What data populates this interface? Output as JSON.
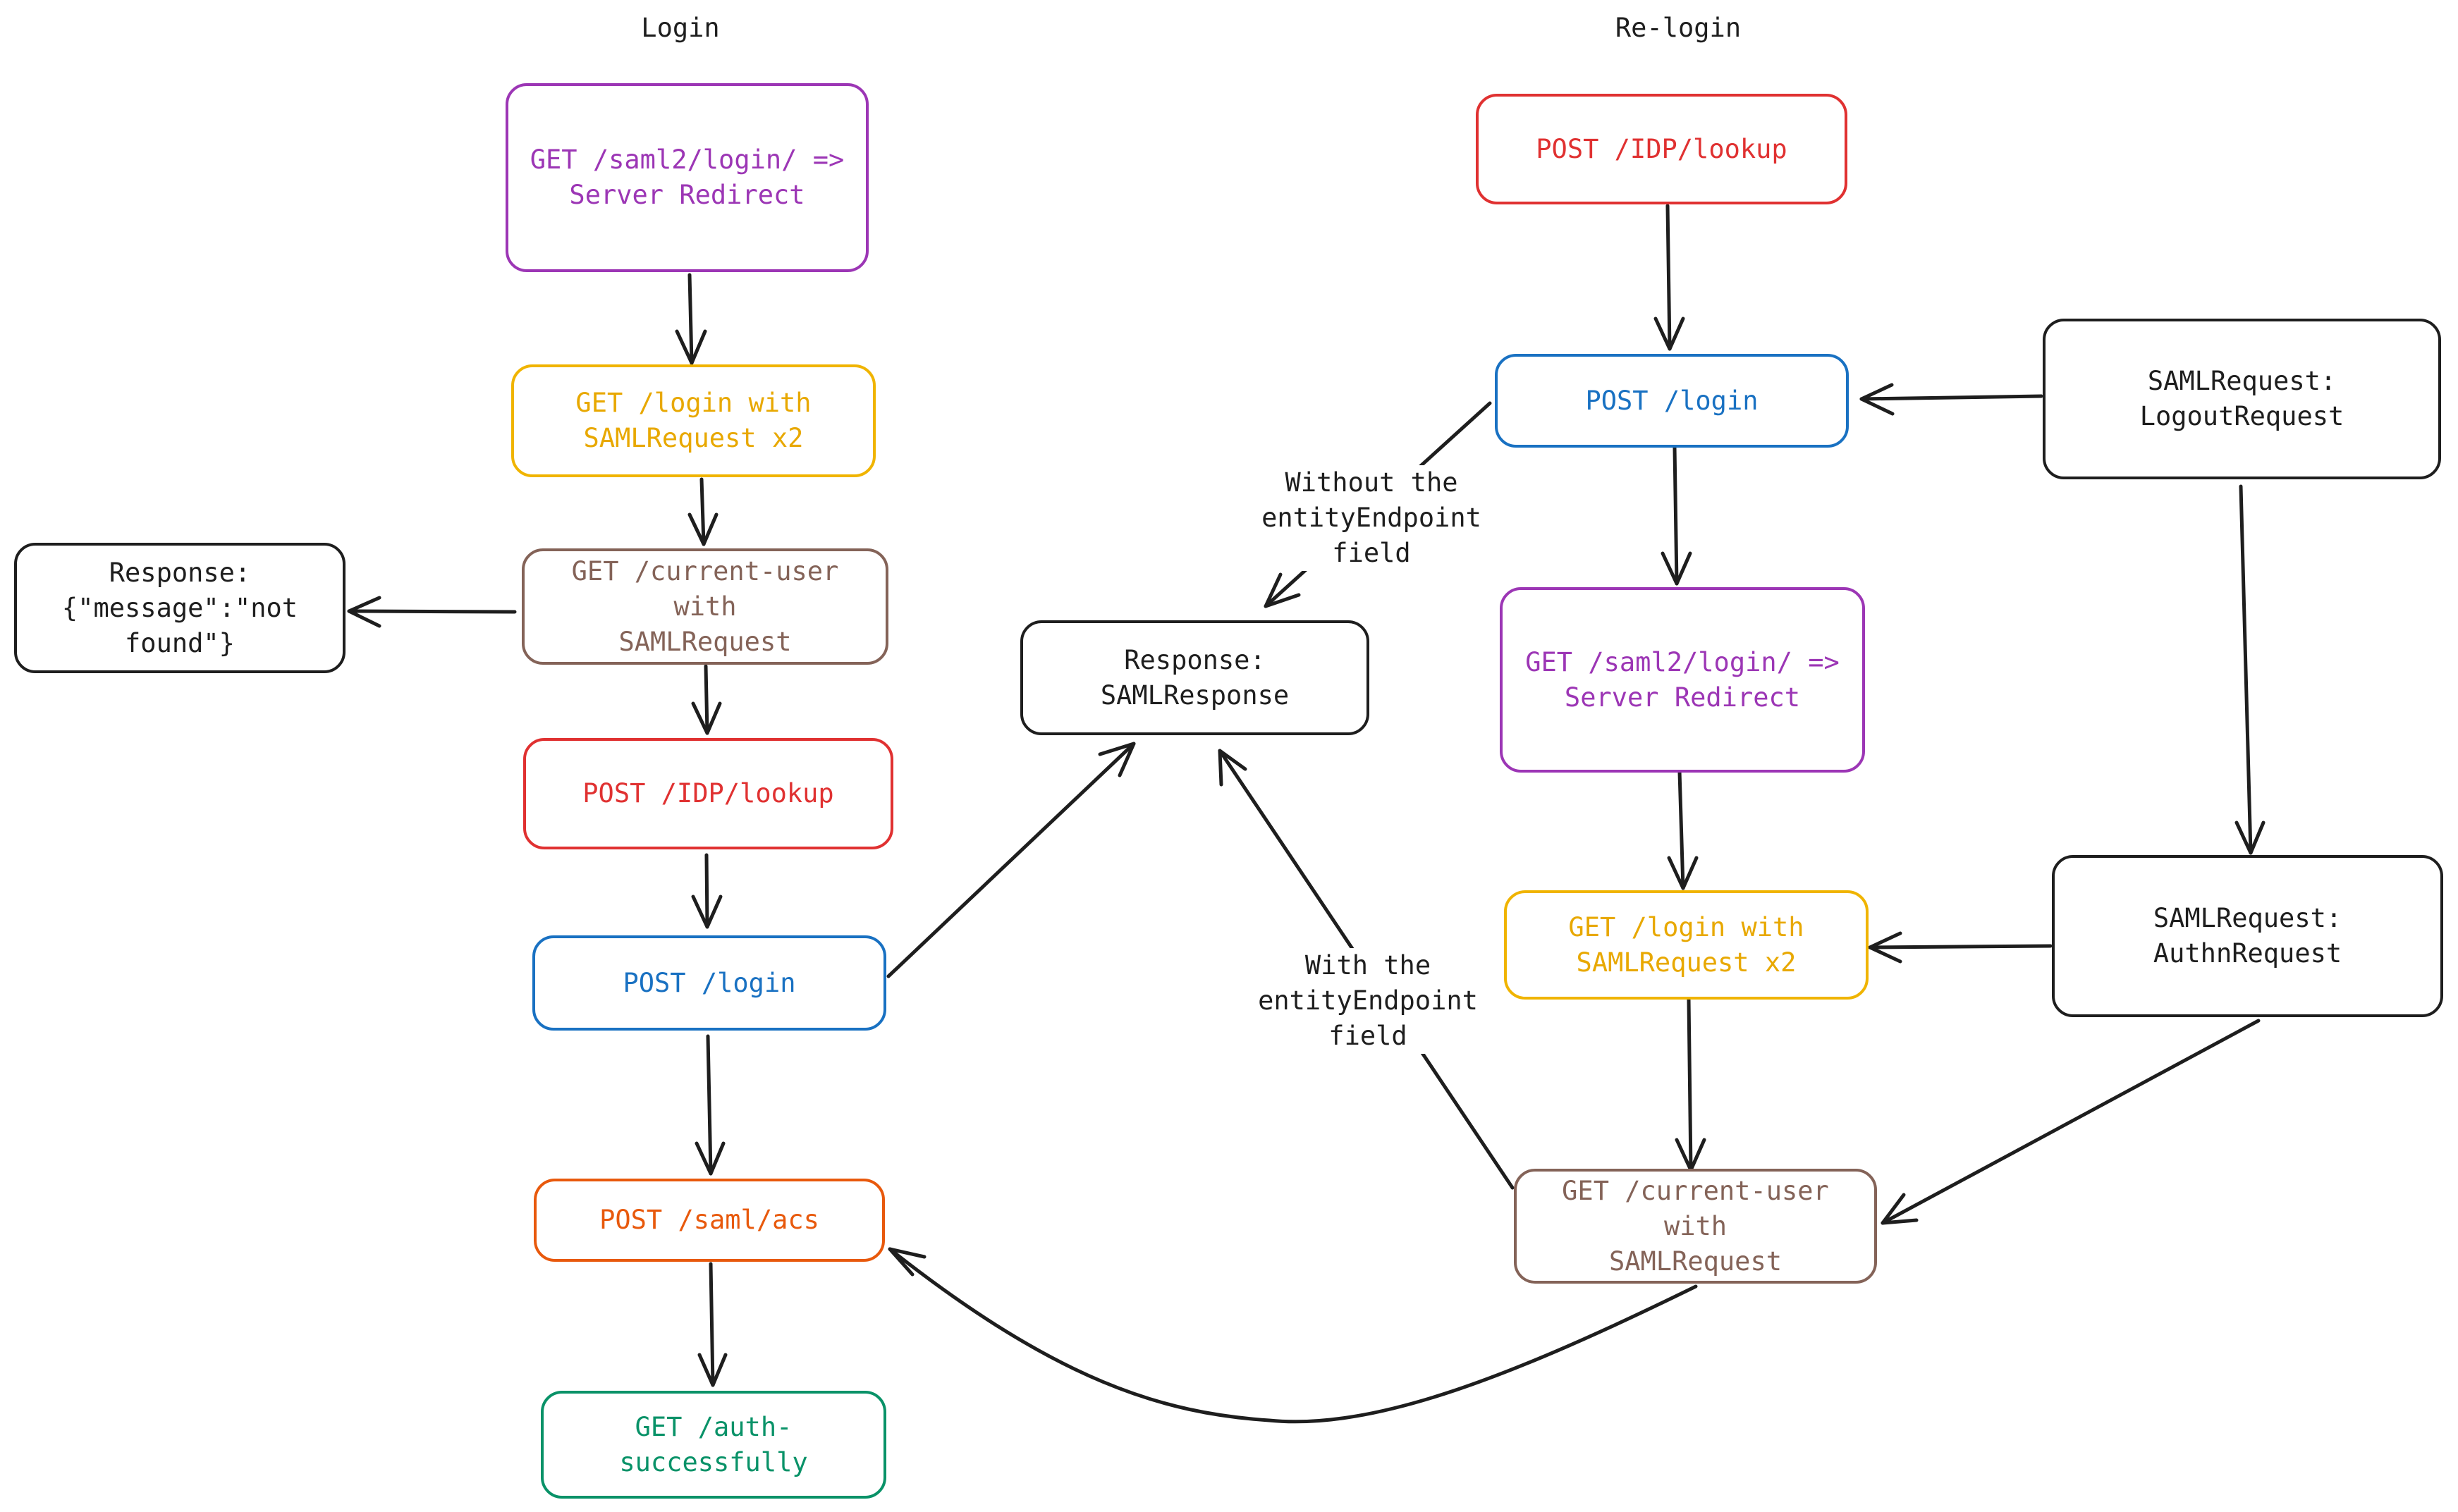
{
  "titles": {
    "login": "Login",
    "relogin": "Re-login"
  },
  "login_flow": {
    "saml2_login": "GET /saml2/login/ =>\nServer Redirect",
    "get_login": "GET /login with\nSAMLRequest x2",
    "current_user": "GET /current-user with\nSAMLRequest",
    "idp_lookup": "POST /IDP/lookup",
    "post_login": "POST /login",
    "saml_acs": "POST /saml/acs",
    "auth_success": "GET /auth-successfully",
    "not_found_response": "Response:\n{\"message\":\"not\nfound\"}"
  },
  "center": {
    "saml_response": "Response:\nSAMLResponse",
    "without_label": "Without the\nentityEndpoint field",
    "with_label": "With the\nentityEndpoint field"
  },
  "relogin_flow": {
    "idp_lookup": "POST /IDP/lookup",
    "post_login": "POST /login",
    "saml2_login": "GET /saml2/login/ =>\nServer Redirect",
    "get_login": "GET /login with\nSAMLRequest x2",
    "current_user": "GET /current-user with\nSAMLRequest",
    "logout_request": "SAMLRequest:\nLogoutRequest",
    "authn_request": "SAMLRequest:\nAuthnRequest"
  },
  "colors": {
    "purple": "#9c36b5",
    "yellow": "#f0b400",
    "brown": "#846358",
    "red": "#e03131",
    "blue": "#1971c2",
    "orange": "#e8590c",
    "green": "#099268",
    "black": "#1e1e1e"
  }
}
